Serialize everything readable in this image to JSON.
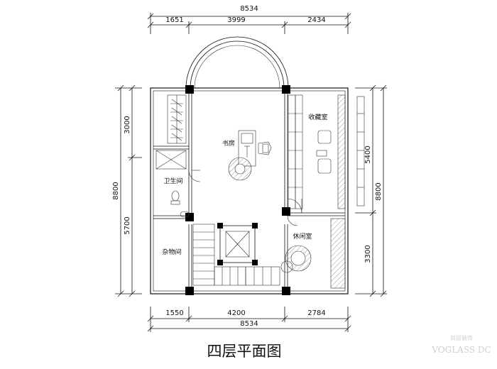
{
  "title": "四层平面图",
  "dimensions": {
    "top_total": "8534",
    "top_segments": [
      "1651",
      "3999",
      "2434"
    ],
    "bottom_total": "8534",
    "bottom_segments": [
      "1550",
      "4200",
      "2784"
    ],
    "left_total": "8800",
    "left_segments": [
      "3000",
      "5700"
    ],
    "right_total": "8800",
    "right_segments": [
      "5400",
      "3300"
    ]
  },
  "rooms": {
    "study": "书房",
    "collection": "收藏室",
    "bathroom": "卫生间",
    "storage": "杂物间",
    "lounge": "休闲室"
  },
  "watermark": {
    "line1": "尚层装饰",
    "line2": "VOGLASS DC"
  }
}
